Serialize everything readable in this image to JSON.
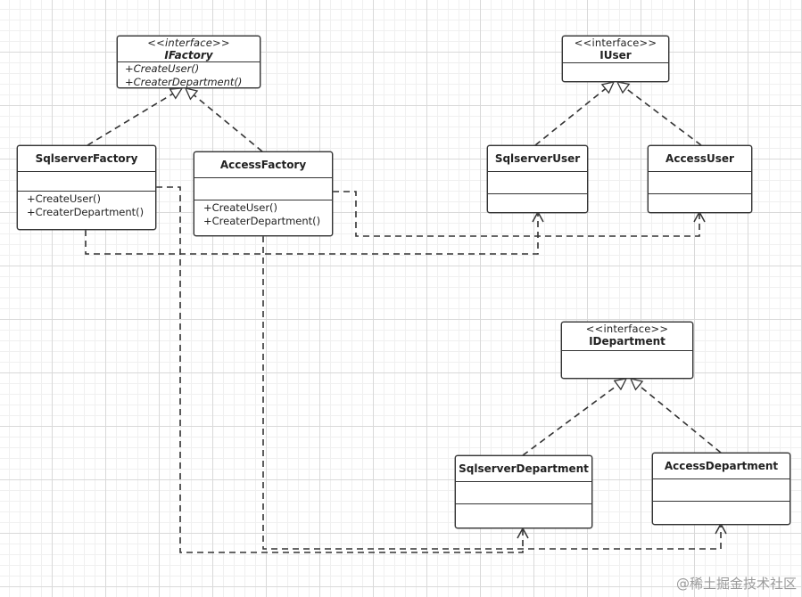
{
  "classes": {
    "ifactory": {
      "stereotype": "<<interface>>",
      "name": "IFactory",
      "methods": [
        "+CreateUser()",
        "+CreaterDepartment()"
      ]
    },
    "iuser": {
      "stereotype": "<<interface>>",
      "name": "IUser"
    },
    "idepartment": {
      "stereotype": "<<interface>>",
      "name": "IDepartment"
    },
    "sqlserver_factory": {
      "name": "SqlserverFactory",
      "methods": [
        "+CreateUser()",
        "+CreaterDepartment()"
      ]
    },
    "access_factory": {
      "name": "AccessFactory",
      "methods": [
        "+CreateUser()",
        "+CreaterDepartment()"
      ]
    },
    "sqlserver_user": {
      "name": "SqlserverUser"
    },
    "access_user": {
      "name": "AccessUser"
    },
    "sqlserver_department": {
      "name": "SqlserverDepartment"
    },
    "access_department": {
      "name": "AccessDepartment"
    }
  },
  "watermark": "@稀土掘金技术社区"
}
